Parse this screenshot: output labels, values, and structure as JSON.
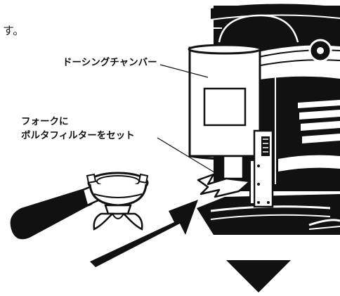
{
  "text_fragment": "す。",
  "labels": {
    "dosing_chamber": "ドーシングチャンバー",
    "fork_line1": "フォークに",
    "fork_line2": "ポルタフィルターをセット"
  },
  "colors": {
    "ink": "#111111",
    "paper": "#ffffff"
  },
  "icons": {
    "insert_arrow": "arrow-up-right-icon",
    "next_step": "triangle-down-icon"
  }
}
